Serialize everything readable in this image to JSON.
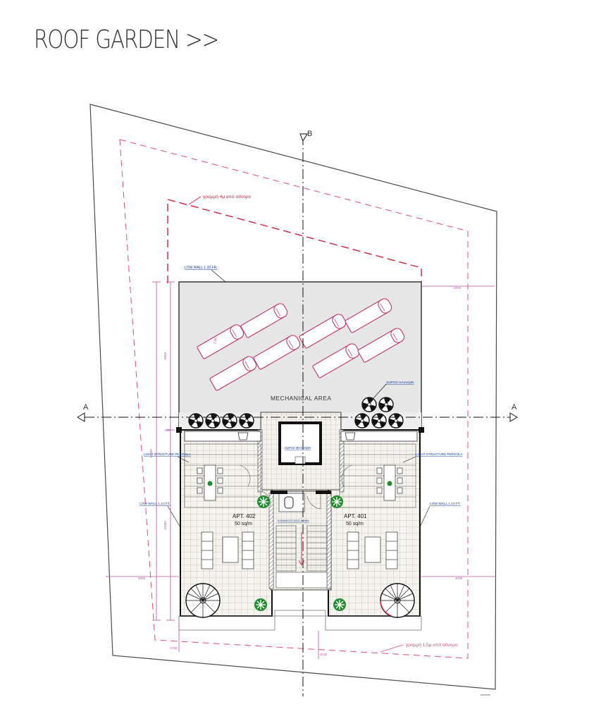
{
  "header": {
    "title": "ROOF GARDEN >>"
  },
  "plan": {
    "section_marks": {
      "a_left": "A",
      "a_right": "A",
      "b_top": "B"
    },
    "setback_top_note": "γραμμή 4μ από σύνορο",
    "setback_bottom_note": "γραμμή 1,5μ από σύνορο",
    "mechanical_area": "MECHANICAL AREA",
    "low_wall_top": "LOW WALL 1.20 FR.",
    "low_wall_left": "LOW WALL 1.10 FT.",
    "low_wall_right": "LOW WALL 1.10 FT.",
    "pergola_left": "LIGHT STRUCTURE PERGOLA",
    "pergola_right": "LIGHT STRUCTURE PERGOLA",
    "tank_label": "ΧΩΡΟΣ ΗΛΙΑΚΩΝ",
    "tank_label_short": "ΧΩΡΟΣ ΜΗΧΑΝΩΝ",
    "stair_label": "ΚΛΙΜΑΚΟΣΤΑΣΙΟ ΔΩΜΑ",
    "apartments": [
      {
        "name": "APT. 402",
        "area": "50 sq/m"
      },
      {
        "name": "APT. 401",
        "area": "50 sq/m"
      }
    ],
    "dimensions": {
      "left_outer": "4000",
      "right_outer": "4000",
      "right_top": "4000",
      "height_top": "9000",
      "height_bottom": "10000",
      "height_total": "19000",
      "bottom_left": "1750",
      "bottom_right": "3215",
      "left_small": "200"
    },
    "panel_label": "2.56",
    "colors": {
      "site_line": "#4a4a4a",
      "setback": "#e0405a",
      "dimension": "#c050a8",
      "annotation": "#1040a0",
      "wall": "#111111",
      "roof_fill": "#e6e6e6",
      "tile_grid": "#bfb7a4"
    }
  }
}
